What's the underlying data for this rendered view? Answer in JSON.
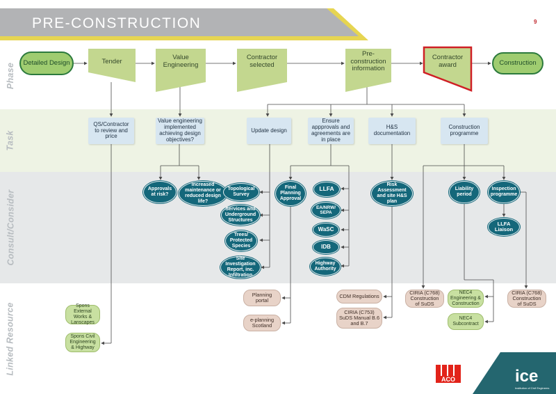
{
  "header": {
    "title": "PRE-CONSTRUCTION",
    "page_number": "9"
  },
  "bands": {
    "phase": "Phase",
    "task": "Task",
    "consult": "Consult/Consider",
    "resource": "Linked Resource"
  },
  "phase": {
    "detailed_design": "Detailed Design",
    "tender": "Tender",
    "value_engineering": "Value Engineering",
    "contractor_selected": "Contractor selected",
    "preconstruction_info": "Pre-construction information",
    "contractor_award": "Contractor award",
    "construction": "Construction"
  },
  "task": {
    "qs_contractor": "QS/Contractor to review and price",
    "ve_implemented": "Value engineering implemented achieving design objectives?",
    "update_design": "Update design",
    "ensure_approvals": "Ensure appprovals and agreements are in place",
    "hs_documentation": "H&S documentation",
    "construction_programme": "Construction programme"
  },
  "consult": {
    "approvals_at_risk": "Approvals at risk?",
    "increased_maintenance": "Increased maintenance or reduced design life?",
    "topological_survey": "Topological Survey",
    "services_underground": "Services and Underground Structures",
    "trees_protected": "Trees/ Protected Species",
    "site_investigation": "Site Investigation Report, inc. Infiltration",
    "final_planning": "Final Planning Approval",
    "llfa": "LLFA",
    "ea_nrw_sepa": "EA/NRW/ SEPA",
    "wasc": "WaSC",
    "idb": "IDB",
    "highway_authority": "Highway Authority",
    "risk_assessment": "Risk Assessment and site H&S plan",
    "liability_period": "Liability period",
    "inspection_programme": "Inspection programme",
    "llfa_liaison": "LLFA Liaison"
  },
  "resource": {
    "planning_portal": "Planning portal",
    "e_planning": "e-planning Scotland",
    "cdm_regulations": "CDM Regulations",
    "ciria_c753": "CIRIA (C753) SuDS Manual B.6 and B.7",
    "ciria_c768_a": "CIRIA (C768) Construction of SuDS",
    "nec4_eng": "NEC4 Engineering & Construction",
    "nec4_sub": "NEC4 Subcontract",
    "ciria_c768_b": "CIRIA (C768) Construction of SuDS",
    "spons_external": "Spons External Works & Lanscapes",
    "spons_civil": "Spons Civil Engineering & Highway"
  },
  "logos": {
    "aco": "ACO",
    "ice": "ice",
    "ice_sub": "Institution of Civil Engineers"
  },
  "colors": {
    "banner": "#b2b3b5",
    "accent_yellow": "#e6d552",
    "phase_box": "#c3d78f",
    "award_border": "#cf1f25",
    "consult": "#14677a",
    "band_phase": "#ffffff",
    "band_task": "#eef3e4",
    "band_consult": "#e6e8e9",
    "band_resource": "#ffffff",
    "aco_red": "#e2231a",
    "ice_teal": "#24666f"
  },
  "icons": {
    "aco": "aco-logo",
    "ice": "ice-logo"
  }
}
